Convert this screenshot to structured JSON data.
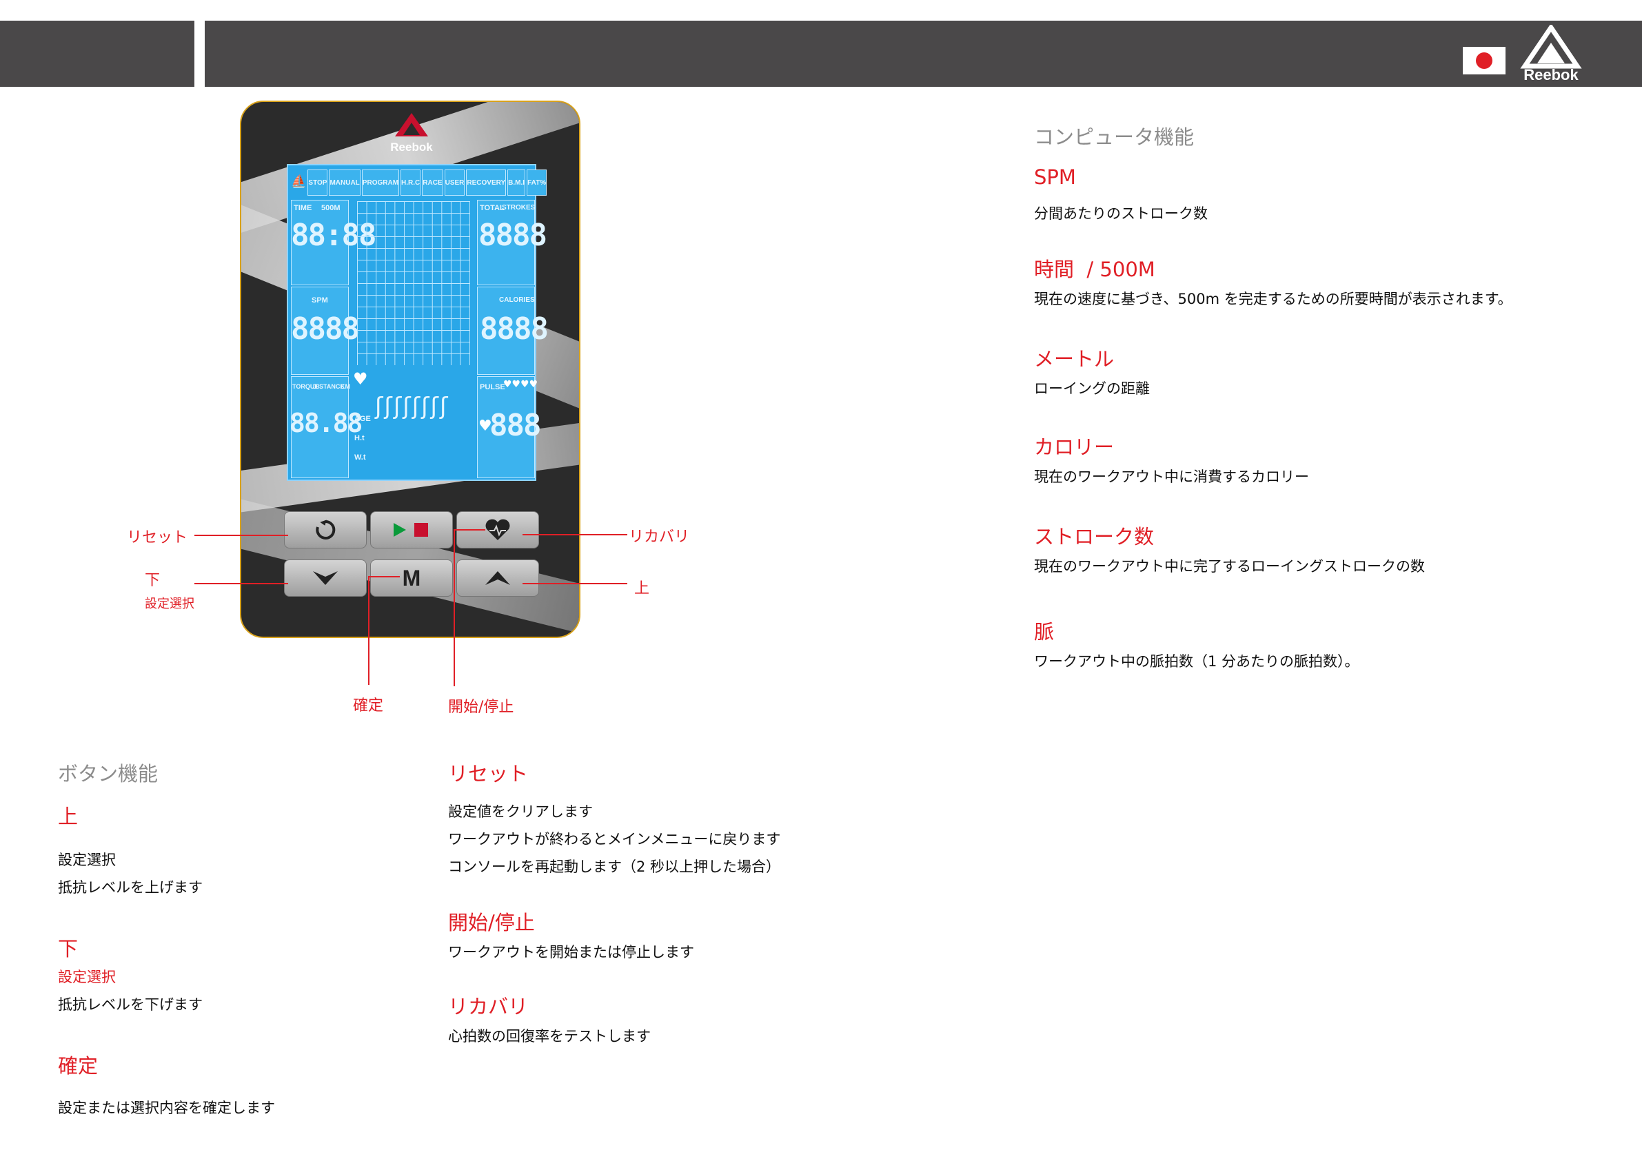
{
  "header": {
    "brand": "Reebok",
    "flag_color": "#e01f26",
    "accent_color": "#e01f26",
    "bar_color": "#4a4849"
  },
  "console": {
    "brand": "Reebok",
    "lcd_tabs": [
      "STOP",
      "MANUAL",
      "PROGRAM",
      "H.R.C",
      "RACE",
      "USER",
      "RECOVERY",
      "B.M.I",
      "FAT%"
    ],
    "lcd_labels": {
      "time": "TIME",
      "m500": "500M",
      "total": "TOTAL",
      "strokes": "STROKES",
      "spm": "SPM",
      "calories": "CALORIES",
      "torque": "TORQUE",
      "distance": "DISTANCE",
      "km": "KM",
      "pulse": "PULSE",
      "age": "AGE",
      "ht": "H.t",
      "wt": "W.t"
    },
    "lcd_digits": {
      "time": "88:88",
      "strokes": "8888",
      "spm": "8888",
      "calories": "8888",
      "distance": "88.88",
      "pulse": "888"
    },
    "buttons": {
      "reset_icon": "reset-icon",
      "start_stop_icon": "play-stop-icon",
      "recovery_icon": "heart-icon",
      "down_icon": "chevron-down-icon",
      "mode_label": "M",
      "up_icon": "chevron-up-icon"
    }
  },
  "callouts": {
    "reset": "リセット",
    "recovery": "リカバリ",
    "down": "下",
    "down_sub": "設定選択",
    "up": "上",
    "confirm": "確定",
    "start_stop": "開始/停止"
  },
  "button_functions": {
    "heading": "ボタン機能",
    "up": {
      "title": "上",
      "lines": [
        "設定選択",
        "抵抗レベルを上げます"
      ]
    },
    "down": {
      "title": "下",
      "sub": "設定選択",
      "lines": [
        "抵抗レベルを下げます"
      ]
    },
    "confirm": {
      "title": "確定",
      "lines": [
        "設定または選択内容を確定します"
      ]
    },
    "reset": {
      "title": "リセット",
      "lines": [
        "設定値をクリアします",
        "ワークアウトが終わるとメインメニューに戻ります",
        "コンソールを再起動します（2 秒以上押した場合）"
      ]
    },
    "start_stop": {
      "title": "開始/停止",
      "lines": [
        "ワークアウトを開始または停止します"
      ]
    },
    "recovery": {
      "title": "リカバリ",
      "lines": [
        "心拍数の回復率をテストします"
      ]
    }
  },
  "computer_functions": {
    "heading": "コンピュータ機能",
    "items": [
      {
        "title": "SPM",
        "text": "分間あたりのストローク数"
      },
      {
        "title": "時間  / 500M",
        "text": "現在の速度に基づき、500m を完走するための所要時間が表示されます。"
      },
      {
        "title": "メートル",
        "text": "ローイングの距離"
      },
      {
        "title": "カロリー",
        "text": "現在のワークアウト中に消費するカロリー"
      },
      {
        "title": "ストローク数",
        "text": "現在のワークアウト中に完了するローイングストロークの数"
      },
      {
        "title": "脈",
        "text": "ワークアウト中の脈拍数（1 分あたりの脈拍数）。"
      }
    ]
  }
}
